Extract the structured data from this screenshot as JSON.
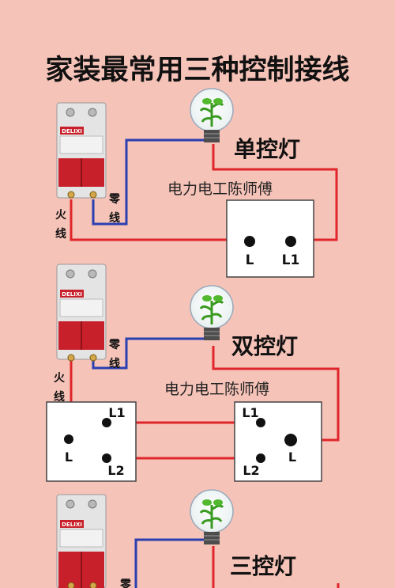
{
  "title": "家装最常用三种控制接线",
  "watermark": "电力电工陈师傅",
  "breaker_brand": "DELIXI",
  "wire_labels": {
    "live": [
      "火",
      "线"
    ],
    "neutral": [
      "零",
      "线"
    ]
  },
  "sections": [
    {
      "name": "单控灯",
      "switch_terminals": [
        "L",
        "L1"
      ]
    },
    {
      "name": "双控灯",
      "switch_a_terminals": [
        "L1",
        "L",
        "L2"
      ],
      "switch_b_terminals": [
        "L1",
        "L",
        "L2"
      ]
    },
    {
      "name": "三控灯",
      "neutral_partial": "零"
    }
  ],
  "colors": {
    "background": "#f6c3b8",
    "live_wire": "#e0262b",
    "neutral_wire": "#2a3fb0",
    "breaker_red": "#c8202a",
    "switch_panel": "#ffffff"
  }
}
